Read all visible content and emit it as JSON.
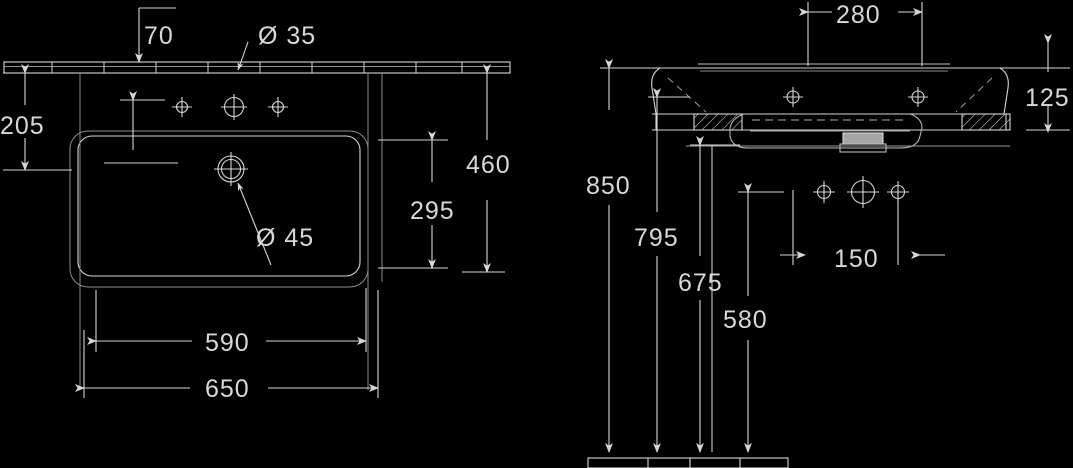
{
  "drawing": {
    "title": "Washbasin technical drawing",
    "background_color": "#000000",
    "line_color": "#d6d6d6",
    "hidden_line_color": "#9a9a9a",
    "views": [
      {
        "name": "plan-view",
        "position": "left"
      },
      {
        "name": "section-elevation-view",
        "position": "right"
      }
    ]
  },
  "plan_view": {
    "dimensions": {
      "offset_top": "70",
      "hole_diameter_tap": "Ø 35",
      "left_depth": "205",
      "drain_diameter": "Ø 45",
      "inner_depth": "295",
      "total_depth": "460",
      "inner_width": "590",
      "total_width": "650"
    },
    "features": {
      "tap_hole_center": "tap-hole-center",
      "tap_hole_left": "tap-hole-left",
      "tap_hole_right": "tap-hole-right",
      "drain": "drain-hole"
    }
  },
  "section_view": {
    "dimensions": {
      "tap_spacing": "280",
      "rim_thickness": "125",
      "height_total": "850",
      "height_rim": "795",
      "height_bowl": "675",
      "height_supply": "580",
      "supply_spacing": "150"
    },
    "features": {
      "basin_section": "basin-cross-section",
      "overflow": "overflow-slot",
      "tap_holes": "tap-hole-group",
      "supply_connections": "supply-connection-group",
      "floor_line": "floor-reference-line"
    }
  }
}
